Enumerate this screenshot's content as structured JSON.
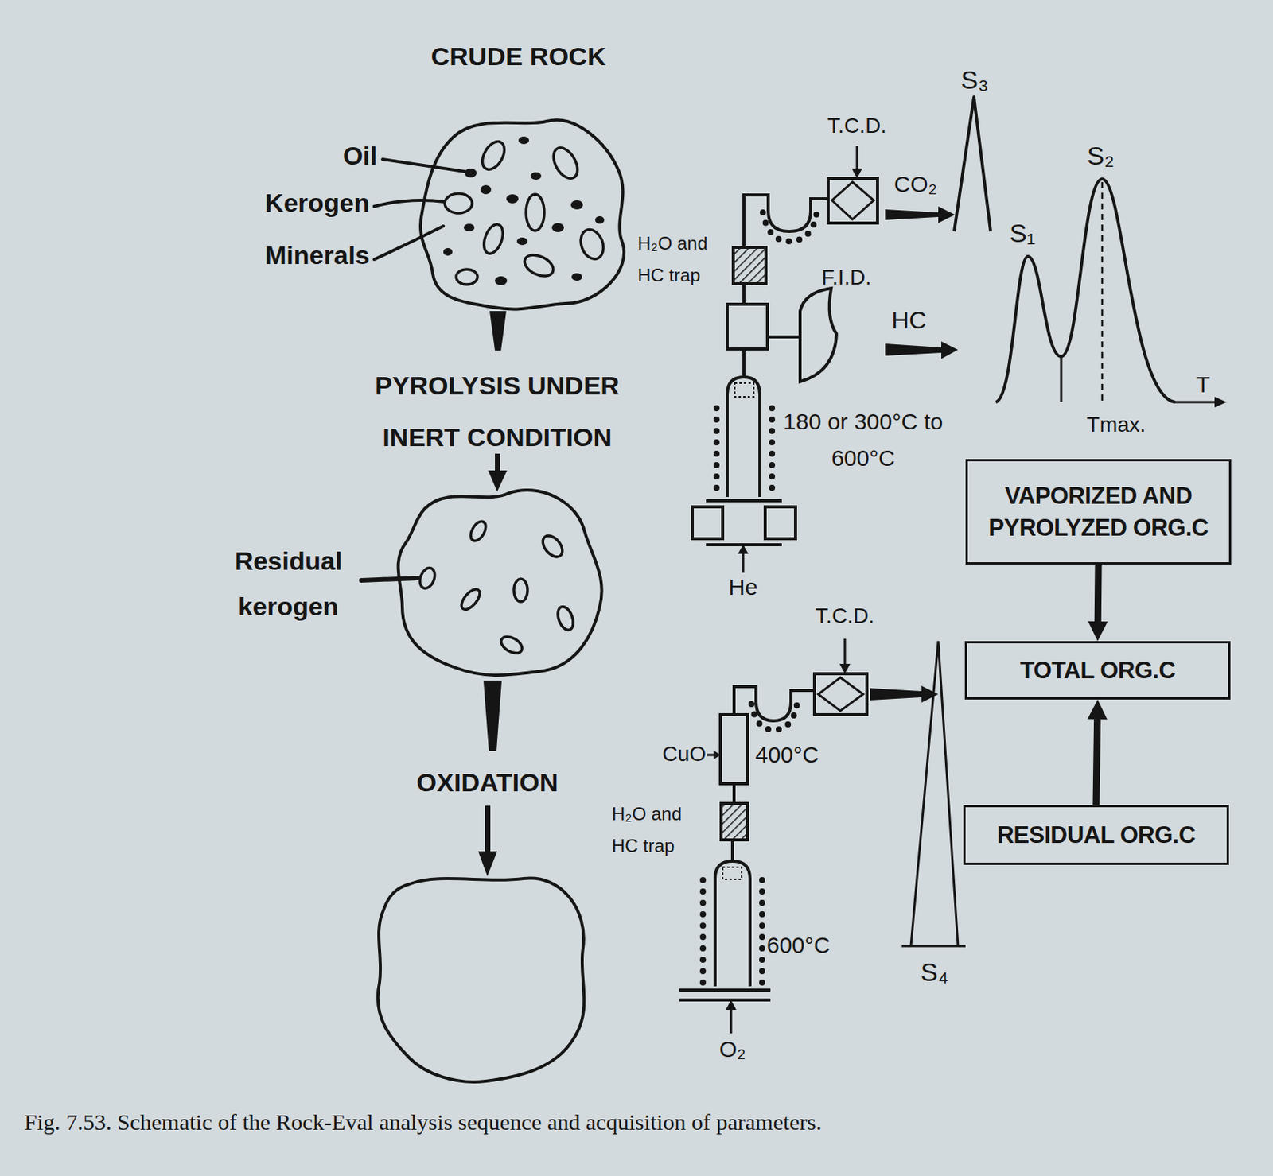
{
  "diagram": {
    "caption": "Fig. 7.53. Schematic of the Rock-Eval analysis sequence and acquisition of parameters.",
    "nodes": [
      {
        "text": [
          "VAPORIZED AND PYROLYZED ORG.C"
        ]
      },
      {
        "text": [
          "TOTAL ORG.C"
        ]
      },
      {
        "text": [
          "RESIDUAL ORG.C"
        ]
      }
    ],
    "edges": [
      {
        "from": 0,
        "to": 1,
        "arrow": "to"
      },
      {
        "from": 2,
        "to": 1,
        "arrow": "to"
      }
    ],
    "labels": [
      "CRUDE ROCK",
      "Oil",
      "Kerogen",
      "Minerals",
      "PYROLYSIS UNDER INERT CONDITION",
      "Residual kerogen",
      "OXIDATION",
      "T.C.D.",
      "CO₂",
      "S₃",
      "H₂O and HC trap",
      "F.I.D.",
      "HC",
      "180 or 300°C to 600°C",
      "He",
      "S₁",
      "S₂",
      "T",
      "Tmax.",
      "T.C.D.",
      "CuO",
      "400°C",
      "H₂O and HC trap",
      "600°C",
      "S₄",
      "O₂"
    ]
  }
}
